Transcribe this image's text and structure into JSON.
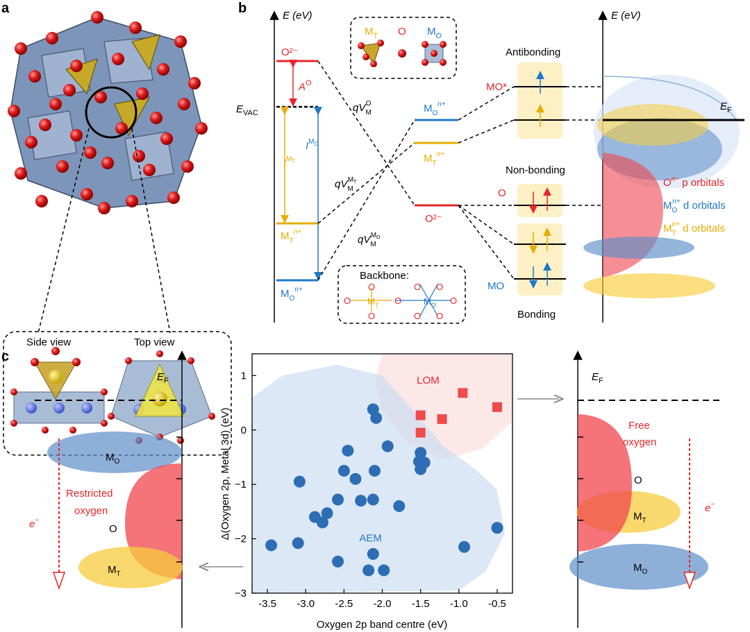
{
  "panels": {
    "a": "a",
    "b": "b",
    "c": "c"
  },
  "panel_a": {
    "side_view": "Side view",
    "top_view": "Top view"
  },
  "panel_b": {
    "left_axis_label": "E (eV)",
    "right_axis_label": "E (eV)",
    "o2_top": "O²⁻",
    "a_o": "A",
    "a_o_sup": "O",
    "e_vac": "E",
    "e_vac_sub": "VAC",
    "i_mt": "I",
    "i_mt_sup": "M",
    "i_mt_sup_sub": "T",
    "i_mo": "I",
    "i_mo_sup": "M",
    "i_mo_sup_sub": "O",
    "mt_left": "M",
    "mt_left_sub": "T",
    "mt_left_sup": "n+",
    "mo_left": "M",
    "mo_left_sub": "O",
    "mo_left_sup": "n+",
    "qv_o": "qV",
    "qv_o_sub": "M",
    "qv_o_sup": "O",
    "qv_mt": "qV",
    "qv_mt_sub": "M",
    "qv_mt_sup": "M",
    "qv_mt_sup_sub": "T",
    "qv_mo": "qV",
    "qv_mo_sub": "M",
    "qv_mo_sup": "M",
    "qv_mo_sup_sub": "O",
    "inset_mt": "M",
    "inset_mt_sub": "T",
    "inset_o": "O",
    "inset_mo": "M",
    "inset_mo_sub": "O",
    "mo_mid": "M",
    "mo_mid_sub": "O",
    "mo_mid_sup": "n+",
    "mt_mid": "M",
    "mt_mid_sub": "T",
    "mt_mid_sup": "n+",
    "o2_mid": "O²⁻",
    "backbone": "Backbone:",
    "bb_mt": "M",
    "bb_mt_sub": "T",
    "bb_mo": "M",
    "bb_mo_sub": "O",
    "bb_o": "O",
    "antibonding": "Antibonding",
    "nonbonding": "Non-bonding",
    "bonding": "Bonding",
    "mo_star": "MO*",
    "o_nb": "O",
    "mo_b": "MO",
    "ef": "E",
    "ef_sub": "F",
    "leg_o": "O",
    "leg_o_sup": "n−",
    "leg_o_rest": " p orbitals",
    "leg_mo": "M",
    "leg_mo_sub": "O",
    "leg_mo_sup": "n+",
    "leg_mo_rest": " d orbitals",
    "leg_mt": "M",
    "leg_mt_sub": "T",
    "leg_mt_sup": "n+",
    "leg_mt_rest": " d orbitals"
  },
  "panel_c": {
    "left": {
      "ef": "E",
      "ef_sub": "F",
      "mo": "M",
      "mo_sub": "O",
      "restricted": "Restricted",
      "oxygen": "oxygen",
      "o": "O",
      "mt": "M",
      "mt_sub": "T",
      "e": "e",
      "e_sup": "−"
    },
    "right": {
      "ef": "E",
      "ef_sub": "F",
      "free": "Free",
      "oxygen": "oxygen",
      "o": "O",
      "mt": "M",
      "mt_sub": "T",
      "mo": "M",
      "mo_sub": "O",
      "e": "e",
      "e_sup": "−"
    }
  },
  "chart_data": {
    "type": "scatter",
    "xlabel": "Oxygen 2p band centre (eV)",
    "ylabel": "Δ(Oxygen 2p, Metal 3d) (eV)",
    "xlim": [
      -3.7,
      -0.3
    ],
    "ylim": [
      -3.0,
      1.4
    ],
    "x_ticks": [
      "-3.5",
      "-3.0",
      "-2.5",
      "-2.0",
      "-1.5",
      "-1.0",
      "-0.5"
    ],
    "x_tick_values": [
      -3.5,
      -3.0,
      -2.5,
      -2.0,
      -1.5,
      -1.0,
      -0.5
    ],
    "y_ticks": [
      "1",
      "0",
      "−1",
      "−2",
      "−3"
    ],
    "y_tick_values": [
      1,
      0,
      -1,
      -2,
      -3
    ],
    "region_labels": [
      "LOM",
      "AEM"
    ],
    "series": [
      {
        "name": "LOM",
        "marker": "square",
        "color": "#ee4b4b",
        "points": [
          [
            -1.5,
            0.27
          ],
          [
            -1.5,
            -0.05
          ],
          [
            -1.22,
            0.2
          ],
          [
            -0.95,
            0.68
          ],
          [
            -0.5,
            0.42
          ]
        ]
      },
      {
        "name": "AEM",
        "marker": "circle",
        "color": "#2d6db4",
        "points": [
          [
            -2.12,
            0.38
          ],
          [
            -2.08,
            0.22
          ],
          [
            -2.45,
            -0.38
          ],
          [
            -1.93,
            -0.3
          ],
          [
            -2.1,
            -0.75
          ],
          [
            -2.5,
            -0.75
          ],
          [
            -1.5,
            -0.42
          ],
          [
            -1.52,
            -0.58
          ],
          [
            -1.45,
            -0.6
          ],
          [
            -1.5,
            -0.72
          ],
          [
            -3.08,
            -0.95
          ],
          [
            -2.35,
            -0.9
          ],
          [
            -2.58,
            -1.28
          ],
          [
            -2.28,
            -1.3
          ],
          [
            -2.12,
            -1.28
          ],
          [
            -1.78,
            -1.4
          ],
          [
            -2.72,
            -1.53
          ],
          [
            -2.88,
            -1.6
          ],
          [
            -2.78,
            -1.7
          ],
          [
            -3.45,
            -2.12
          ],
          [
            -3.1,
            -2.08
          ],
          [
            -2.12,
            -2.28
          ],
          [
            -2.58,
            -2.42
          ],
          [
            -2.18,
            -2.58
          ],
          [
            -1.98,
            -2.58
          ],
          [
            -0.93,
            -2.15
          ],
          [
            -0.5,
            -1.8
          ]
        ]
      }
    ]
  },
  "colors": {
    "red": "#e8262a",
    "blue": "#1f78c8",
    "gold": "#e6ad00",
    "o_orbital": "#f0454e",
    "mo_orbital": "#5c8dc7",
    "mt_orbital": "#f7cc3c"
  }
}
